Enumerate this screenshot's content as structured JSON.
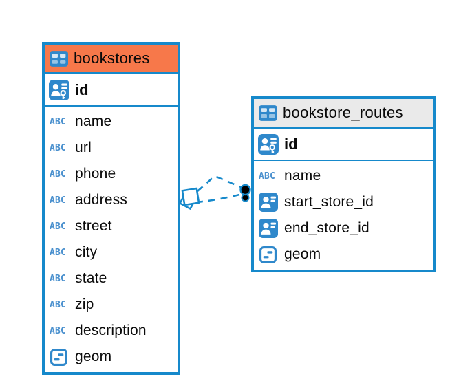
{
  "icons": {
    "text_type_label": "ABC"
  },
  "colors": {
    "table_border": "#1689CB",
    "bookstores_header": "#F7784A",
    "bookstore_routes_header": "#EAEAEA",
    "icon_blue": "#2F88CB",
    "text_type_blue": "#4A90CE",
    "text": "#0A0A0A",
    "connector_dot": "#000000"
  },
  "tables": [
    {
      "name": "bookstores",
      "columns": [
        {
          "name": "id",
          "type_icon": "primary-key"
        },
        {
          "name": "name",
          "type_icon": "text"
        },
        {
          "name": "url",
          "type_icon": "text"
        },
        {
          "name": "phone",
          "type_icon": "text"
        },
        {
          "name": "address",
          "type_icon": "text"
        },
        {
          "name": "street",
          "type_icon": "text"
        },
        {
          "name": "city",
          "type_icon": "text"
        },
        {
          "name": "state",
          "type_icon": "text"
        },
        {
          "name": "zip",
          "type_icon": "text"
        },
        {
          "name": "description",
          "type_icon": "text"
        },
        {
          "name": "geom",
          "type_icon": "geometry"
        }
      ]
    },
    {
      "name": "bookstore_routes",
      "columns": [
        {
          "name": "id",
          "type_icon": "primary-key"
        },
        {
          "name": "name",
          "type_icon": "text"
        },
        {
          "name": "start_store_id",
          "type_icon": "foreign-key"
        },
        {
          "name": "end_store_id",
          "type_icon": "foreign-key"
        },
        {
          "name": "geom",
          "type_icon": "geometry"
        }
      ]
    }
  ],
  "connectors": {
    "style": "dashed",
    "color": "#1689CB",
    "count": 2,
    "start_marker": "stacked-squares",
    "end_marker": "stacked-dots"
  }
}
